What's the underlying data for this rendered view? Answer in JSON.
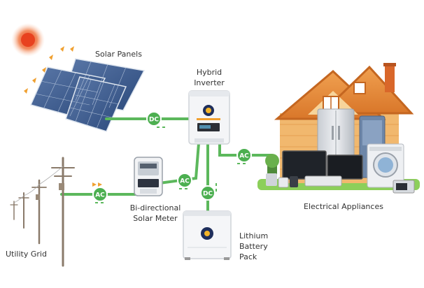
{
  "labels": {
    "solar_panels": "Solar Panels",
    "inverter_line1": "Hybrid",
    "inverter_line2": "Inverter",
    "meter_line1": "Bi-directional",
    "meter_line2": "Solar Meter",
    "battery_line1": "Lithium",
    "battery_line2": "Battery",
    "battery_line3": "Pack",
    "utility_grid": "Utility Grid",
    "appliances": "Electrical Appliances"
  },
  "badges": {
    "solar_to_inverter": "DC",
    "inverter_to_battery": "DC",
    "inverter_to_appliances": "AC",
    "meter_to_inverter": "AC",
    "grid_to_meter": "AC"
  },
  "colors": {
    "wire": "#5cb85c",
    "badge": "#4caf50",
    "flow_arrow": "#f0a030",
    "text": "#333333"
  }
}
